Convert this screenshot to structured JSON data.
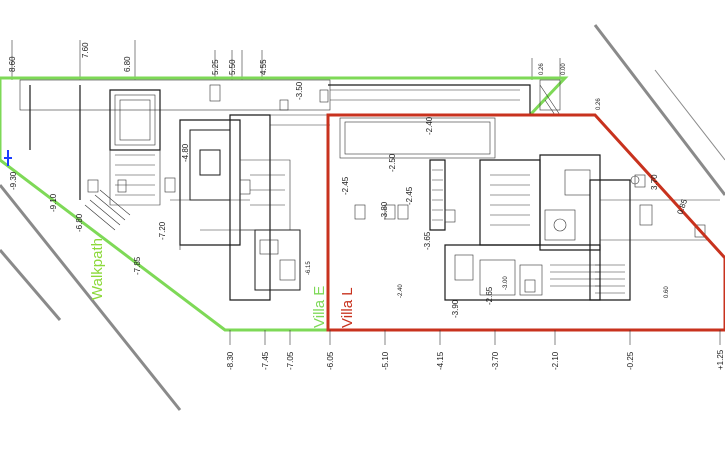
{
  "colors": {
    "villa_e": "#7ed957",
    "villa_l": "#c8321e",
    "walkpath": "#8cd93a",
    "road": "#888888",
    "ink": "#1a1a1a",
    "blue_mark": "#1a3cff"
  },
  "labels": {
    "villa_e": "Villa E",
    "villa_l": "Villa L",
    "walkpath": "Walkpath"
  },
  "levels": {
    "top": [
      "8.60",
      "7.60",
      "6.80",
      "5.25",
      "5.50",
      "4.55",
      "0.26",
      "0.00"
    ],
    "bottom": [
      "-8.30",
      "-7.45",
      "-7.05",
      "-6.05",
      "-5.10",
      "-4.15",
      "-3.70",
      "-2.10",
      "-0.25",
      "+1.25"
    ],
    "left": [
      "-9.30",
      "-9.10",
      "-7.85",
      "-7.20",
      "-6.80",
      "-4.80",
      "-3.50",
      "-6.15"
    ],
    "right": [
      "3.70",
      "0.85",
      "0.26",
      "0.60"
    ],
    "interior": [
      "-2.50",
      "-2.45",
      "-3.80",
      "-2.45",
      "-3.65",
      "-2.40",
      "-3.90",
      "-2.65",
      "-2.40",
      "-3.00"
    ]
  }
}
